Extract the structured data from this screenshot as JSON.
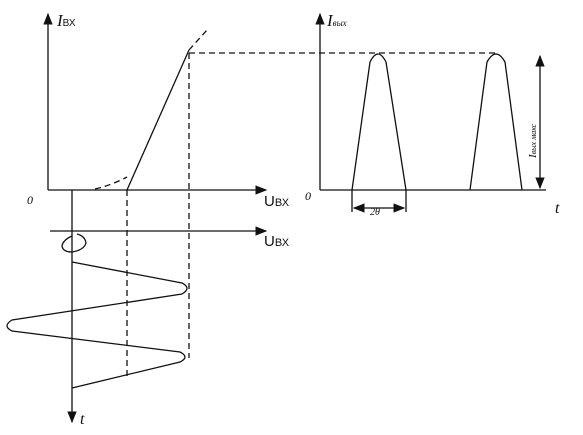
{
  "left_graph": {
    "y_axis_label_main": "I",
    "y_axis_label_sub": "ВХ",
    "x_axis_label_main": "U",
    "x_axis_label_sub": "ВХ",
    "origin_label": "0"
  },
  "lower_graph": {
    "x_axis_label_main": "U",
    "x_axis_label_sub": "ВХ",
    "time_axis_label": "t"
  },
  "right_graph": {
    "y_axis_label_main": "I",
    "y_axis_label_sub": "вых",
    "origin_label": "0",
    "time_axis_label": "t",
    "width_label": "2θ",
    "amplitude_label_main": "I",
    "amplitude_label_sub": "вых макс"
  },
  "colors": {
    "stroke": "#111111",
    "background": "#ffffff"
  }
}
